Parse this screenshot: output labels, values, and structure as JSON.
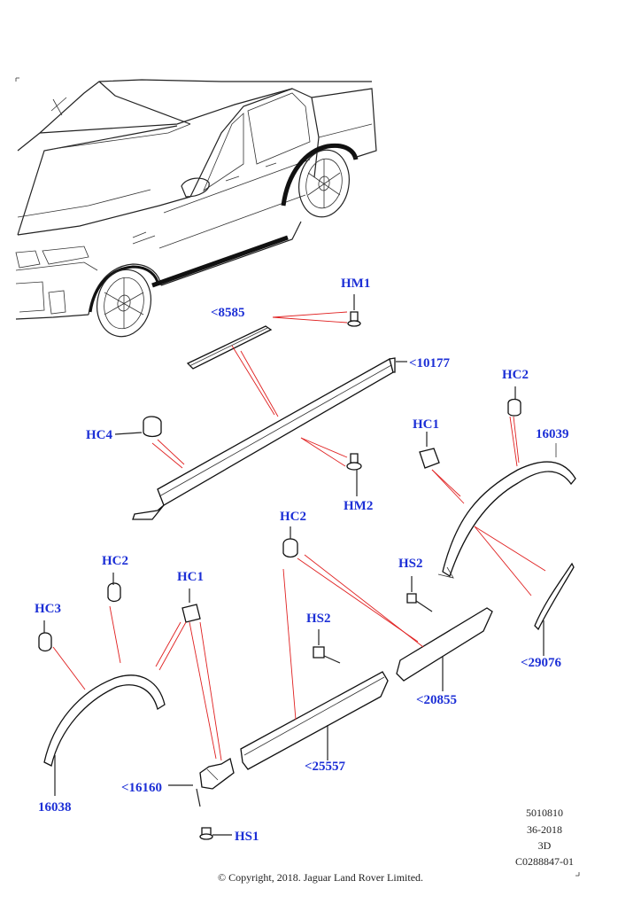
{
  "callouts": {
    "hm1": "HM1",
    "p8585": "<8585",
    "p10177": "<10177",
    "hc4": "HC4",
    "hm2": "HM2",
    "hc2_top_right": "HC2",
    "hc1_right": "HC1",
    "p16039": "16039",
    "hc2_center": "HC2",
    "hs2_right": "HS2",
    "hc2_left": "HC2",
    "hc1_left": "HC1",
    "hc3": "HC3",
    "hs2_center": "HS2",
    "p29076": "<29076",
    "p20855": "<20855",
    "p25557": "<25557",
    "p16160": "<16160",
    "p16038": "16038",
    "hs1": "HS1"
  },
  "info_block": {
    "line1": "5010810",
    "line2": "36-2018",
    "line3": "3D",
    "line4": "C0288847-01"
  },
  "copyright": "© Copyright, 2018. Jaguar Land Rover Limited.",
  "colors": {
    "callout": "#1c2fd6",
    "leader_red": "#e02020",
    "line": "#222222"
  }
}
